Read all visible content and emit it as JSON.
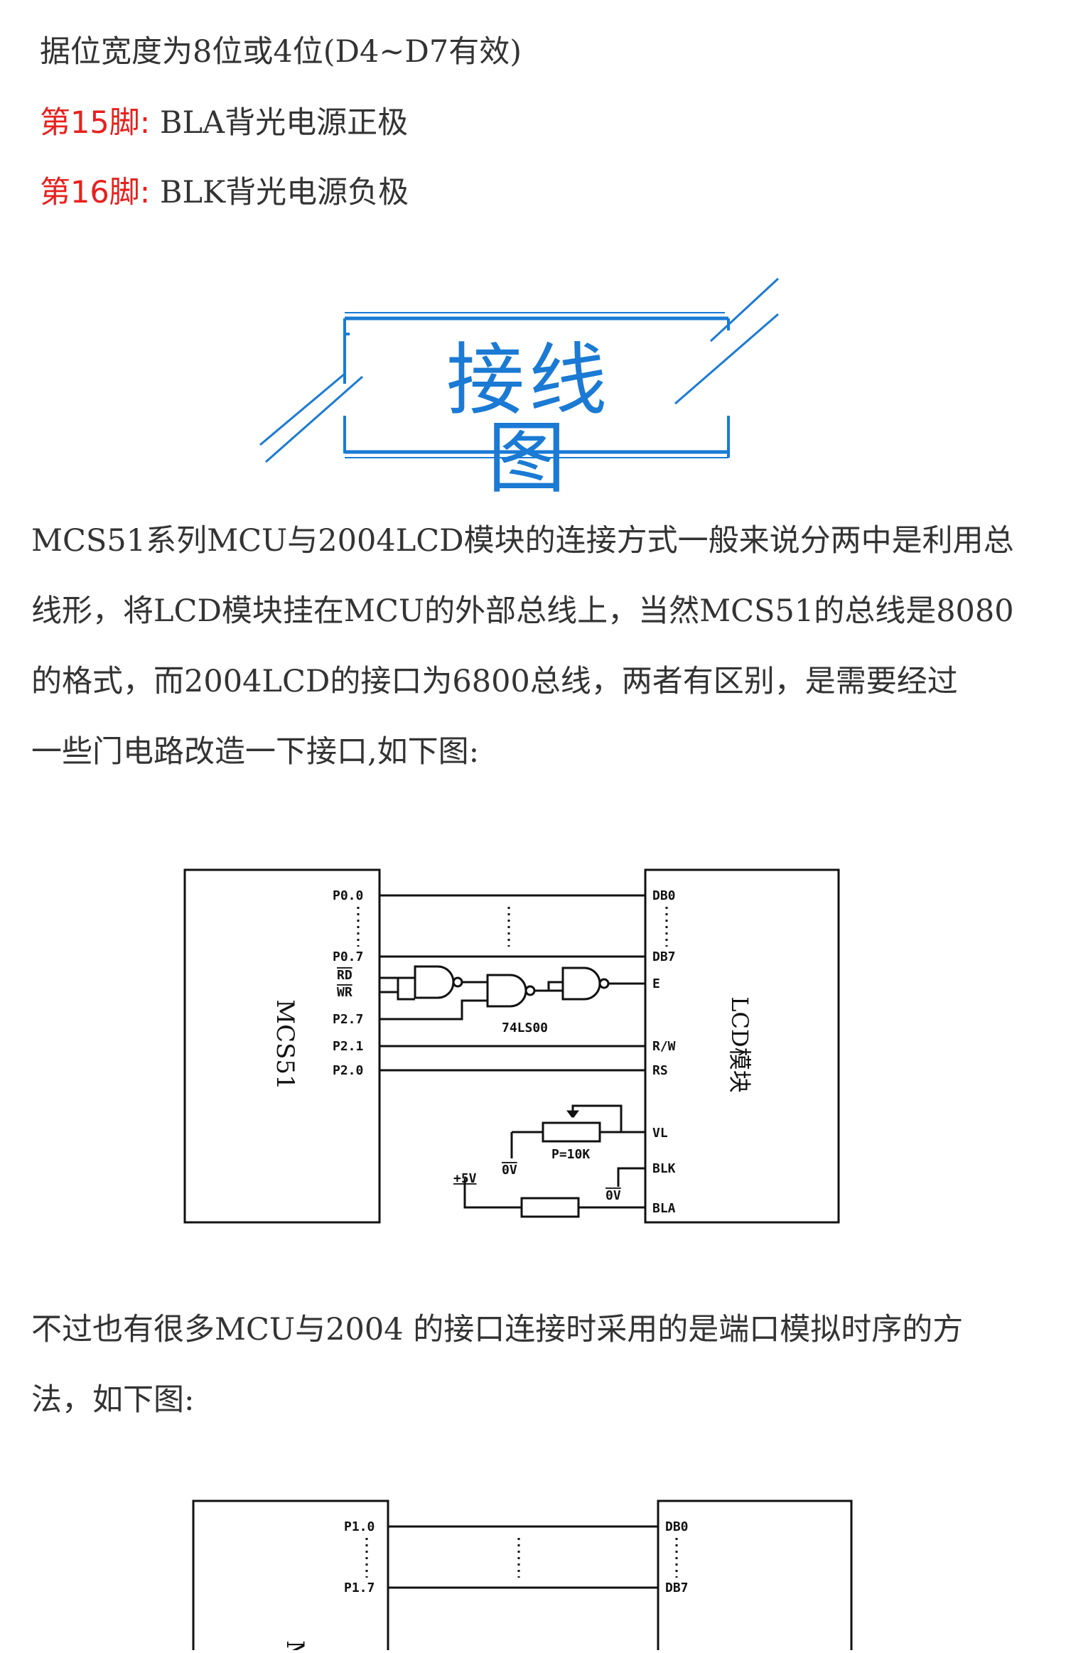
{
  "top": {
    "line1": "据位宽度为8位或4位(D4~D7有效)",
    "pin15_label": "第15脚:",
    "pin15_text": "BLA背光电源正极",
    "pin16_label": "第16脚:",
    "pin16_text": "BLK背光电源负极"
  },
  "banner": {
    "title": "接线图"
  },
  "para1": [
    "MCS51系列MCU与2004LCD模块的连接方式一般来说分两中是利用总",
    "线形，将LCD模块挂在MCU的外部总线上，当然MCS51的总线是8080",
    "的格式，而2004LCD的接口为6800总线，两者有区别，是需要经过",
    "一些门电路改造一下接口,如下图:"
  ],
  "diagram1": {
    "mcu_label": "MCS51",
    "lcd_label": "LCD模块",
    "mcu_pins": [
      "P0.0",
      "P0.7",
      "RD",
      "WR",
      "P2.7",
      "P2.1",
      "P2.0"
    ],
    "lcd_pins": [
      "DB0",
      "DB7",
      "E",
      "R/W",
      "RS",
      "VL",
      "BLK",
      "BLA"
    ],
    "gate_label": "74LS00",
    "pot_label": "P=10K",
    "ov1": "0V",
    "ov2": "0V",
    "vplus": "+5V"
  },
  "para2": [
    "不过也有很多MCU与2004 的接口连接时采用的是端口模拟时序的方",
    "法，如下图:"
  ],
  "diagram2": {
    "mcu_pins": [
      "P1.0",
      "P1.7"
    ],
    "lcd_pins": [
      "DB0",
      "DB7"
    ],
    "mcu_label_partial": "M"
  },
  "colors": {
    "accent_blue": "#1a7ad4",
    "red": "#e8201e",
    "text": "#333333"
  }
}
